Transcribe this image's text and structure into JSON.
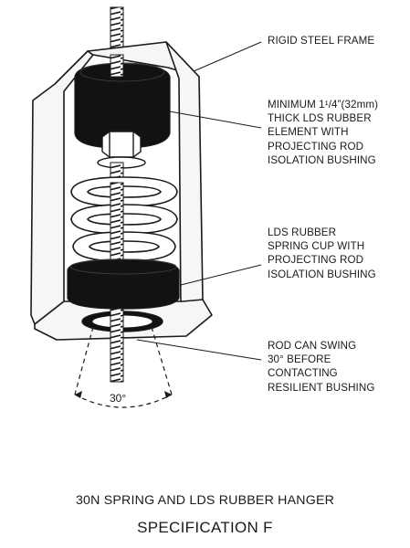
{
  "callouts": {
    "frame": "RIGID STEEL FRAME",
    "element": "MINIMUM 1¹/4”(32mm)\nTHICK LDS RUBBER\nELEMENT WITH\nPROJECTING ROD\nISOLATION BUSHING",
    "cup": "LDS RUBBER\nSPRING CUP WITH\nPROJECTING ROD\nISOLATION BUSHING",
    "swing": "ROD CAN SWING\n30° BEFORE\nCONTACTING\nRESILIENT BUSHING"
  },
  "angle_label": "30°",
  "title": "30N SPRING AND LDS RUBBER HANGER",
  "subtitle": "SPECIFICATION F",
  "colors": {
    "ink": "#1a1a1a",
    "rubber": "#121212",
    "frame_fill": "#f6f6f6",
    "background": "#ffffff"
  }
}
